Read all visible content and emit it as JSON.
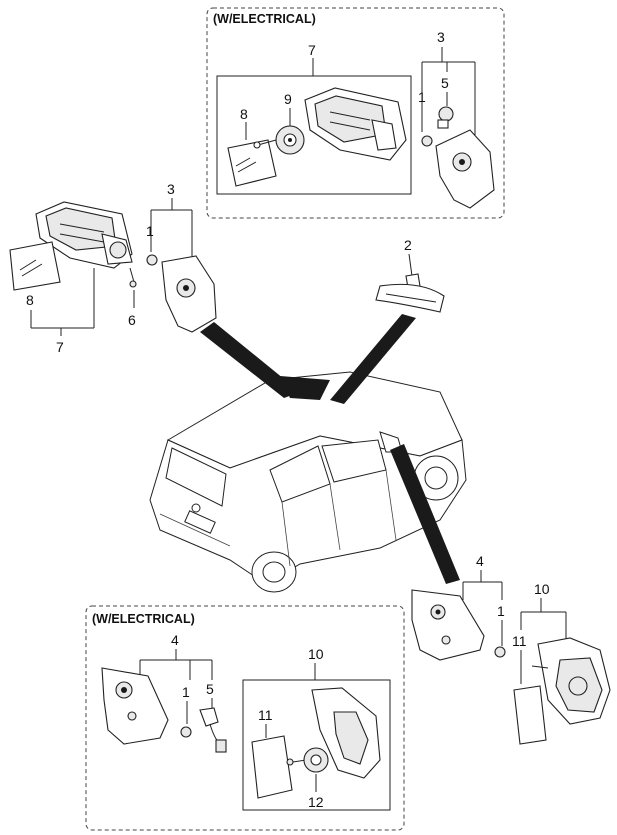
{
  "sections": {
    "top_box_title": "(W/ELECTRICAL)",
    "bottom_box_title": "(W/ELECTRICAL)"
  },
  "callouts": {
    "tb_7": "7",
    "tb_9": "9",
    "tb_8": "8",
    "tb_3": "3",
    "tb_5": "5",
    "tb_1": "1",
    "lh_3": "3",
    "lh_1": "1",
    "lh_8": "8",
    "lh_6": "6",
    "lh_7": "7",
    "rv_2": "2",
    "rh_4": "4",
    "rh_1": "1",
    "rh_10": "10",
    "rh_11": "11",
    "bb_4": "4",
    "bb_1": "1",
    "bb_5": "5",
    "bb_10": "10",
    "bb_11": "11",
    "bb_12": "12"
  }
}
